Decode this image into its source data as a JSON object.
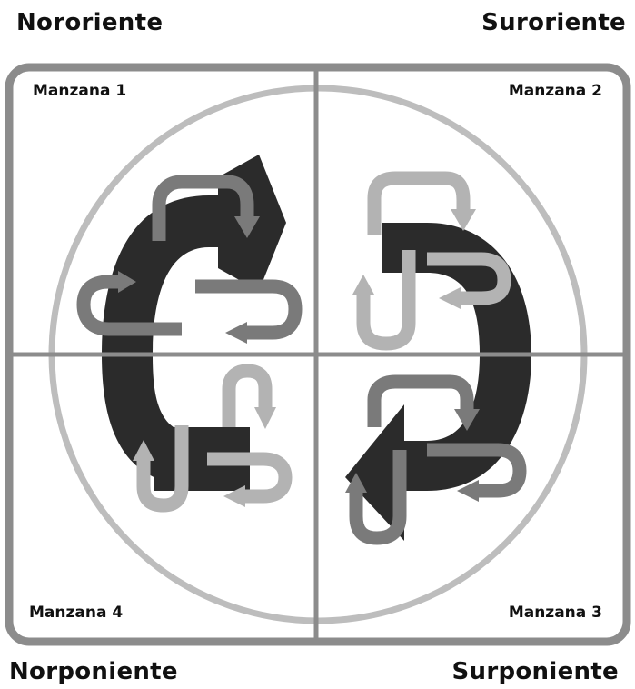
{
  "directions": {
    "top_left": "Nororiente",
    "top_right": "Suroriente",
    "bottom_left": "Norponiente",
    "bottom_right": "Surponiente"
  },
  "blocks": {
    "block_1": "Manzana 1",
    "block_2": "Manzana 2",
    "block_3": "Manzana 3",
    "block_4": "Manzana 4"
  },
  "colors": {
    "frame": "#8c8c8c",
    "circle": "#bdbdbd",
    "main_arrow": "#2b2b2b",
    "loop_dark": "#7a7a7a",
    "loop_light": "#b3b3b3"
  }
}
